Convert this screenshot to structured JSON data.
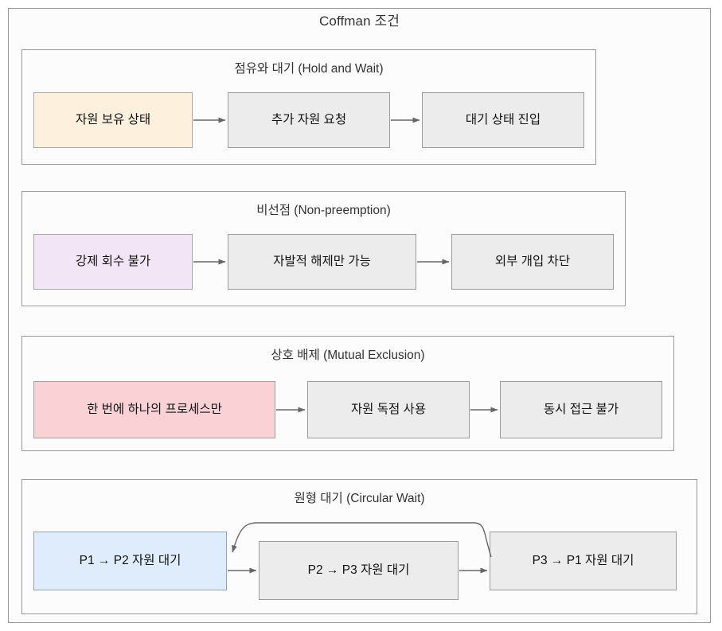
{
  "diagram": {
    "title": "Coffman 조건",
    "background_color": "#fcfcfc",
    "frame_color": "#9a9a9a",
    "sections": [
      {
        "title": "점유와 대기 (Hold and Wait)",
        "nodes": [
          {
            "label": "자원 보유 상태",
            "color": "#fdf0dc"
          },
          {
            "label": "추가 자원 요청",
            "color": "#ececec"
          },
          {
            "label": "대기 상태 진입",
            "color": "#ececec"
          }
        ],
        "edges": [
          {
            "from": "자원 보유 상태",
            "to": "추가 자원 요청",
            "style": "straight"
          },
          {
            "from": "추가 자원 요청",
            "to": "대기 상태 진입",
            "style": "straight"
          }
        ]
      },
      {
        "title": "비선점 (Non-preemption)",
        "nodes": [
          {
            "label": "강제 회수 불가",
            "color": "#f2e5f5"
          },
          {
            "label": "자발적 해제만 가능",
            "color": "#ececec"
          },
          {
            "label": "외부 개입 차단",
            "color": "#ececec"
          }
        ],
        "edges": [
          {
            "from": "강제 회수 불가",
            "to": "자발적 해제만 가능",
            "style": "straight"
          },
          {
            "from": "자발적 해제만 가능",
            "to": "외부 개입 차단",
            "style": "straight"
          }
        ]
      },
      {
        "title": "상호 배제 (Mutual Exclusion)",
        "nodes": [
          {
            "label": "한 번에 하나의 프로세스만",
            "color": "#fad2d6"
          },
          {
            "label": "자원 독점 사용",
            "color": "#ececec"
          },
          {
            "label": "동시 접근 불가",
            "color": "#ececec"
          }
        ],
        "edges": [
          {
            "from": "한 번에 하나의 프로세스만",
            "to": "자원 독점 사용",
            "style": "straight"
          },
          {
            "from": "자원 독점 사용",
            "to": "동시 접근 불가",
            "style": "straight"
          }
        ]
      },
      {
        "title": "원형 대기 (Circular Wait)",
        "nodes": [
          {
            "label": "P1 → P2 자원 대기",
            "color": "#dfecfb"
          },
          {
            "label": "P2 → P3 자원 대기",
            "color": "#ececec"
          },
          {
            "label": "P3 → P1 자원 대기",
            "color": "#ececec"
          }
        ],
        "edges": [
          {
            "from": "P1 → P2 자원 대기",
            "to": "P2 → P3 자원 대기",
            "style": "straight"
          },
          {
            "from": "P2 → P3 자원 대기",
            "to": "P3 → P1 자원 대기",
            "style": "straight"
          },
          {
            "from": "P3 → P1 자원 대기",
            "to": "P1 → P2 자원 대기",
            "style": "curved-loop-back"
          }
        ]
      }
    ]
  }
}
